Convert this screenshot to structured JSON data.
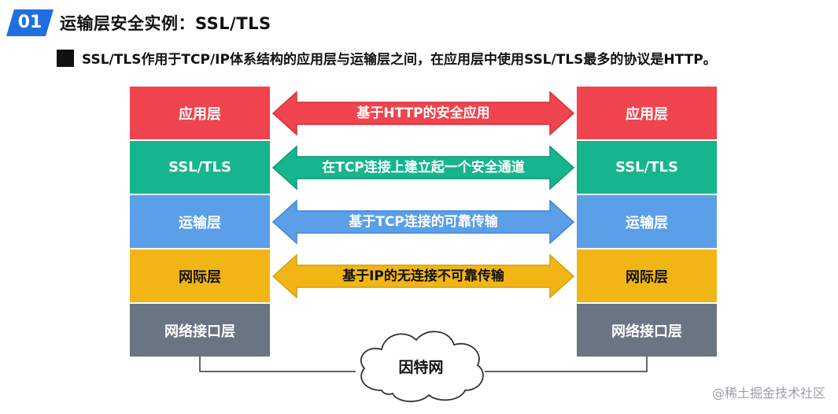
{
  "header": {
    "badge": "01",
    "title": "运输层安全实例：SSL/TLS",
    "subtitle": "SSL/TLS作用于TCP/IP体系结构的应用层与运输层之间，在应用层中使用SSL/TLS最多的协议是HTTP。"
  },
  "left_stack": [
    "应用层",
    "SSL/TLS",
    "运输层",
    "网际层",
    "网络接口层"
  ],
  "right_stack": [
    "应用层",
    "SSL/TLS",
    "运输层",
    "网际层",
    "网络接口层"
  ],
  "arrows": [
    "基于HTTP的安全应用",
    "在TCP连接上建立起一个安全通道",
    "基于TCP连接的可靠传输",
    "基于IP的无连接不可靠传输"
  ],
  "cloud_label": "因特网",
  "watermark": "@稀土掘金技术社区",
  "colors": {
    "badge": "#1f6fe0",
    "app": "#f0444e",
    "ssl": "#16b58e",
    "transport": "#5a9fe8",
    "network": "#f1b615",
    "link": "#6a7483"
  }
}
